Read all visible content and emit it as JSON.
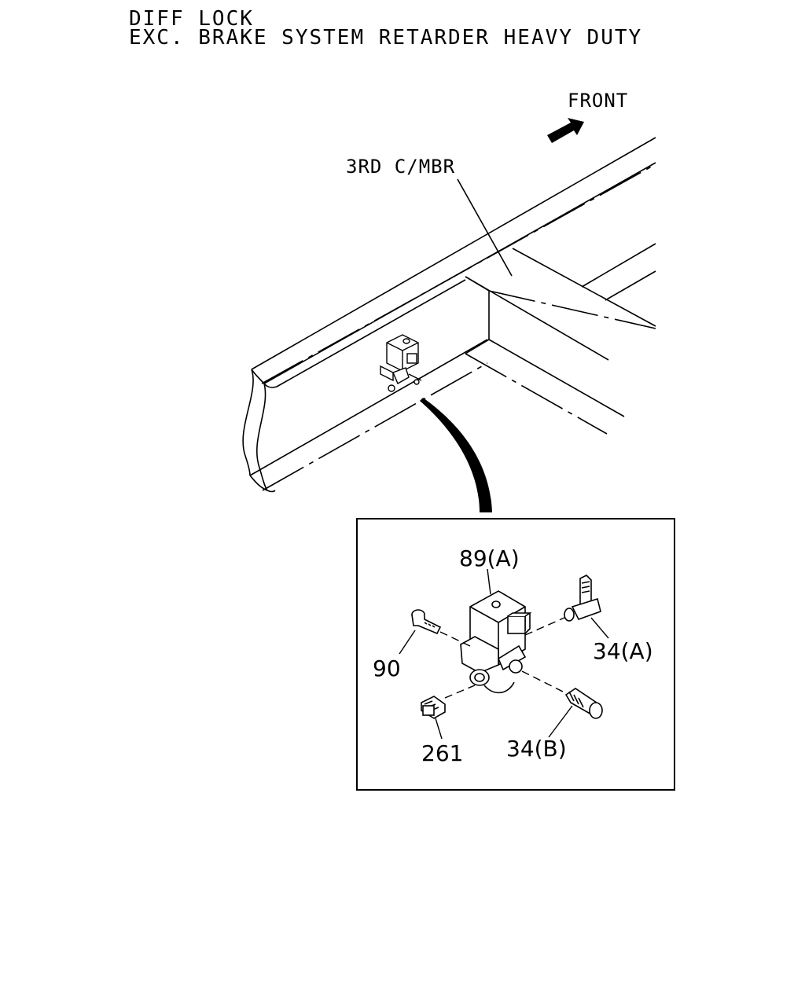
{
  "header": {
    "line1": "DIFF LOCK",
    "line2": "EXC. BRAKE SYSTEM RETARDER HEAVY DUTY"
  },
  "overview": {
    "front_label": "FRONT",
    "member_label": "3RD C/MBR"
  },
  "detail": {
    "callouts": [
      {
        "id": "valve",
        "text": "89(A)"
      },
      {
        "id": "bolt",
        "text": "90"
      },
      {
        "id": "elbow",
        "text": "34(A)"
      },
      {
        "id": "straight",
        "text": "34(B)"
      },
      {
        "id": "plug",
        "text": "261"
      }
    ]
  }
}
